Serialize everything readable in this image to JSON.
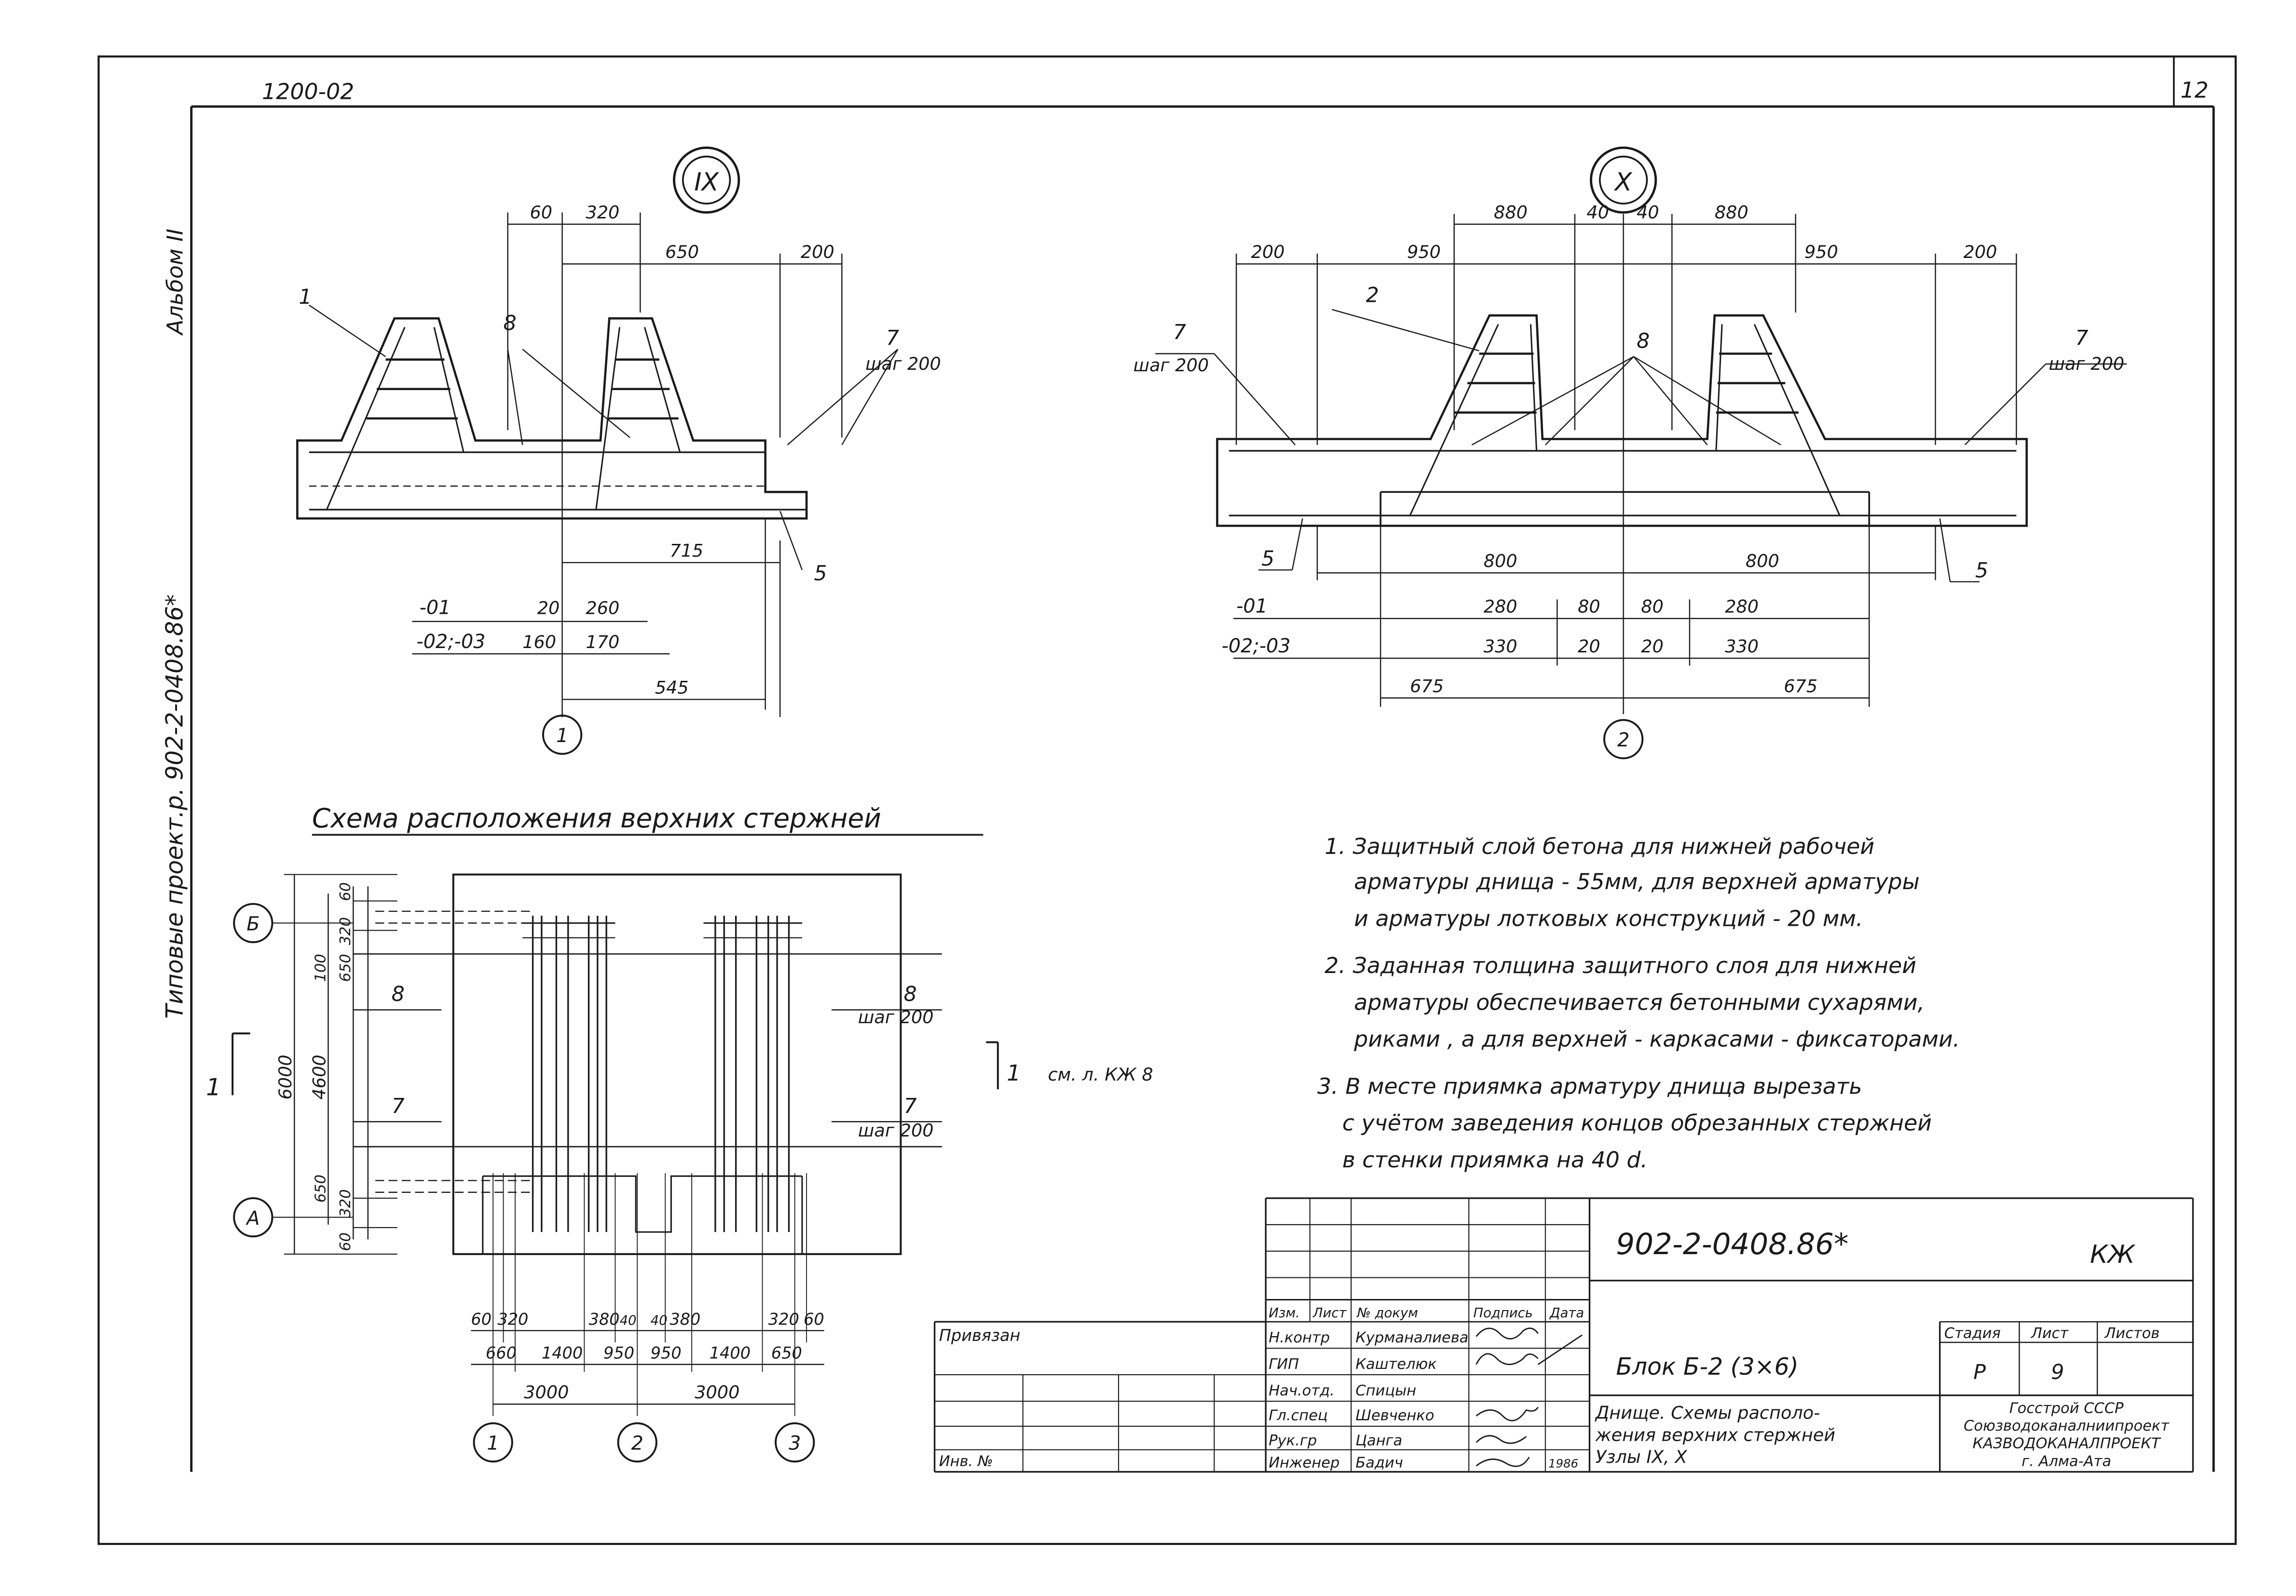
{
  "sheet": {
    "doc_code_top": "1200-02",
    "sheet_number": "12",
    "album": "Альбом II",
    "side_title": "Типовые проект.р. 902-2-0408.86*"
  },
  "node_ix": {
    "label": "IX",
    "dims_top": [
      "60",
      "320",
      "650",
      "200"
    ],
    "dims_bottom": [
      "715",
      "20",
      "260",
      "160",
      "170",
      "545"
    ],
    "levels": [
      "-01",
      "-02;-03"
    ],
    "callouts": [
      "1",
      "8",
      "7",
      "5"
    ],
    "step": "шаг 200",
    "axis": "1"
  },
  "node_x": {
    "label": "X",
    "dims_top": [
      "880",
      "40",
      "40",
      "880",
      "200",
      "950",
      "950",
      "200"
    ],
    "dims_mid": [
      "800",
      "800"
    ],
    "row_01": [
      "280",
      "80",
      "80",
      "280"
    ],
    "row_02": [
      "330",
      "20",
      "20",
      "330"
    ],
    "dims_bottom": [
      "675",
      "675"
    ],
    "levels": [
      "-01",
      "-02;-03"
    ],
    "callouts": [
      "2",
      "8",
      "7",
      "7",
      "5",
      "5"
    ],
    "step_left": "шаг 200",
    "step_right": "шаг 200",
    "axis": "2"
  },
  "scheme": {
    "title": "Схема расположения верхних стержней",
    "axis_b": "Б",
    "axis_a": "А",
    "dims_vert": [
      "60",
      "320",
      "650",
      "100",
      "4600",
      "6000",
      "650",
      "320",
      "60"
    ],
    "labels": [
      "8",
      "8",
      "7",
      "7"
    ],
    "step_8": "шаг 200",
    "step_7": "шаг 200",
    "section_mark": "1",
    "section_ref_num": "1",
    "section_ref_text": "см. л. КЖ 8",
    "dims_bottom_1": [
      "60",
      "320",
      "380",
      "40",
      "40",
      "380",
      "320",
      "60"
    ],
    "dims_bottom_2": [
      "660",
      "1400",
      "950",
      "950",
      "1400",
      "650"
    ],
    "dims_bottom_3": [
      "3000",
      "3000"
    ],
    "axes": [
      "1",
      "2",
      "3"
    ]
  },
  "notes": [
    "1. Защитный слой бетона для нижней рабочей",
    "арматуры днища - 55мм, для верхней арматуры",
    "и арматуры лотковых конструкций - 20 мм.",
    "2. Заданная толщина защитного слоя для нижней",
    "арматуры обеспечивается бетонными сухарями,",
    "риками , а для верхней - каркасами - фиксаторами.",
    "3. В месте приямка арматуру днища вырезать",
    "с учётом заведения концов обрезанных стержней",
    "в стенки приямка на 40 d."
  ],
  "stamp": {
    "code": "902-2-0408.86*",
    "mark": "КЖ",
    "headers": [
      "Изм.",
      "Лист",
      "№ докум",
      "Подпись",
      "Дата"
    ],
    "roles": [
      "Н.контр",
      "ГИП",
      "Нач.отд.",
      "Гл.спец",
      "Рук.гр",
      "Инженер"
    ],
    "names": [
      "Курманалиева",
      "Каштелюк",
      "Спицын",
      "Шевченко",
      "Цанга",
      "Бадич"
    ],
    "date": "1986",
    "privyazan": "Привязан",
    "inv": "Инв. №",
    "block": "Блок Б-2 (3×6)",
    "title_lines": [
      "Днище. Схемы располо-",
      "жения верхних стержней",
      "Узлы IX, X"
    ],
    "stage_hdr": "Стадия",
    "sheet_hdr": "Лист",
    "sheets_hdr": "Листов",
    "stage": "Р",
    "sheet": "9",
    "org": [
      "Госстрой СССР",
      "Союзводоканалниипроект",
      "КАЗВОДОКАНАЛПРОЕКТ",
      "г. Алма-Ата"
    ]
  }
}
